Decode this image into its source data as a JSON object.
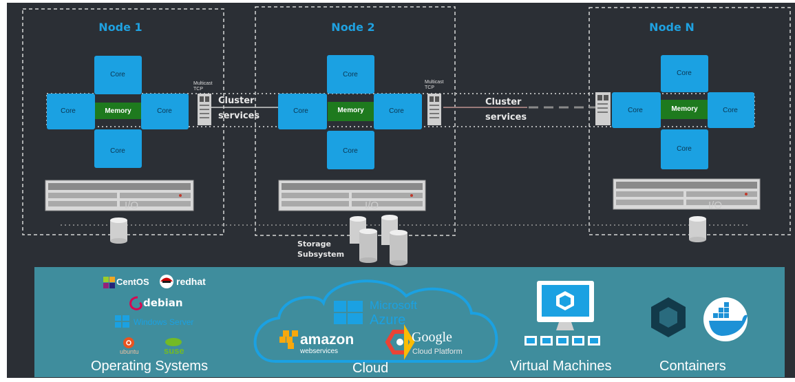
{
  "nodes": [
    {
      "title": "Node 1"
    },
    {
      "title": "Node 2"
    },
    {
      "title": "Node N"
    }
  ],
  "core_label": "Core",
  "memory_label": "Memory",
  "multicast_label_1": "Multicast",
  "multicast_label_2": "TCP",
  "cluster_services": {
    "line1": "Cluster",
    "line2": "services"
  },
  "io_label": "I/O",
  "storage": {
    "line1": "Storage",
    "line2": "Subsystem"
  },
  "platforms": {
    "operating_systems": {
      "label": "Operating Systems",
      "logos": [
        "CentOS",
        "redhat",
        "debian",
        "Windows Server",
        "ubuntu",
        "suse"
      ]
    },
    "cloud": {
      "label": "Cloud",
      "logos": [
        "Microsoft",
        "Azure",
        "amazon",
        "webservices",
        "Google",
        "Cloud Platform"
      ]
    },
    "virtual_machines": {
      "label": "Virtual Machines"
    },
    "containers": {
      "label": "Containers"
    }
  },
  "colors": {
    "background": "#2b2f35",
    "core_blue": "#1ba1e2",
    "memory_green": "#1e7a1e",
    "node_title_blue": "#1fa1e0",
    "platform_band": "#3f8d9d",
    "dashed_border": "#d8d8d8"
  }
}
